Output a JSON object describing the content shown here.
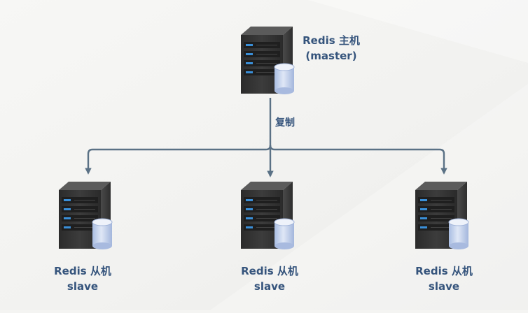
{
  "master": {
    "line1": "Redis 主机",
    "line2": "(master)"
  },
  "edge_label": "复制",
  "slaves": [
    {
      "line1": "Redis 从机",
      "line2": "slave"
    },
    {
      "line1": "Redis 从机",
      "line2": "slave"
    },
    {
      "line1": "Redis 从机",
      "line2": "slave"
    }
  ],
  "colors": {
    "text": "#35547c",
    "connector": "#5a7185",
    "server_body": "#3a3a3a",
    "drive_led": "#3a8fd8",
    "database": "#c5d3ec"
  },
  "icons": [
    "server-icon",
    "database-icon",
    "arrow-down-icon"
  ]
}
